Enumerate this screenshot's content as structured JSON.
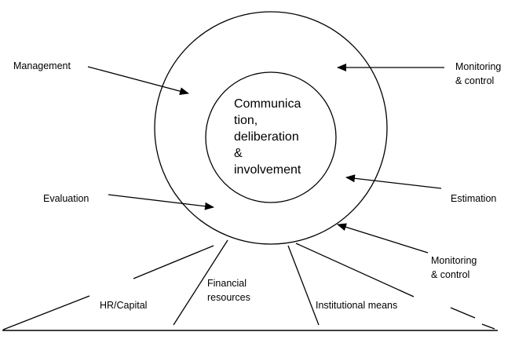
{
  "center": {
    "lines": [
      "Communica",
      "tion,",
      "deliberation",
      "&",
      "involvement"
    ]
  },
  "labels": {
    "management": "Management",
    "evaluation": "Evaluation",
    "monitoring_top": [
      "Monitoring",
      "& control"
    ],
    "estimation": "Estimation",
    "monitoring_bottom": [
      "Monitoring",
      "& control"
    ],
    "hr_capital": "HR/Capital",
    "financial": [
      "Financial",
      "resources"
    ],
    "institutional": "Institutional means"
  }
}
